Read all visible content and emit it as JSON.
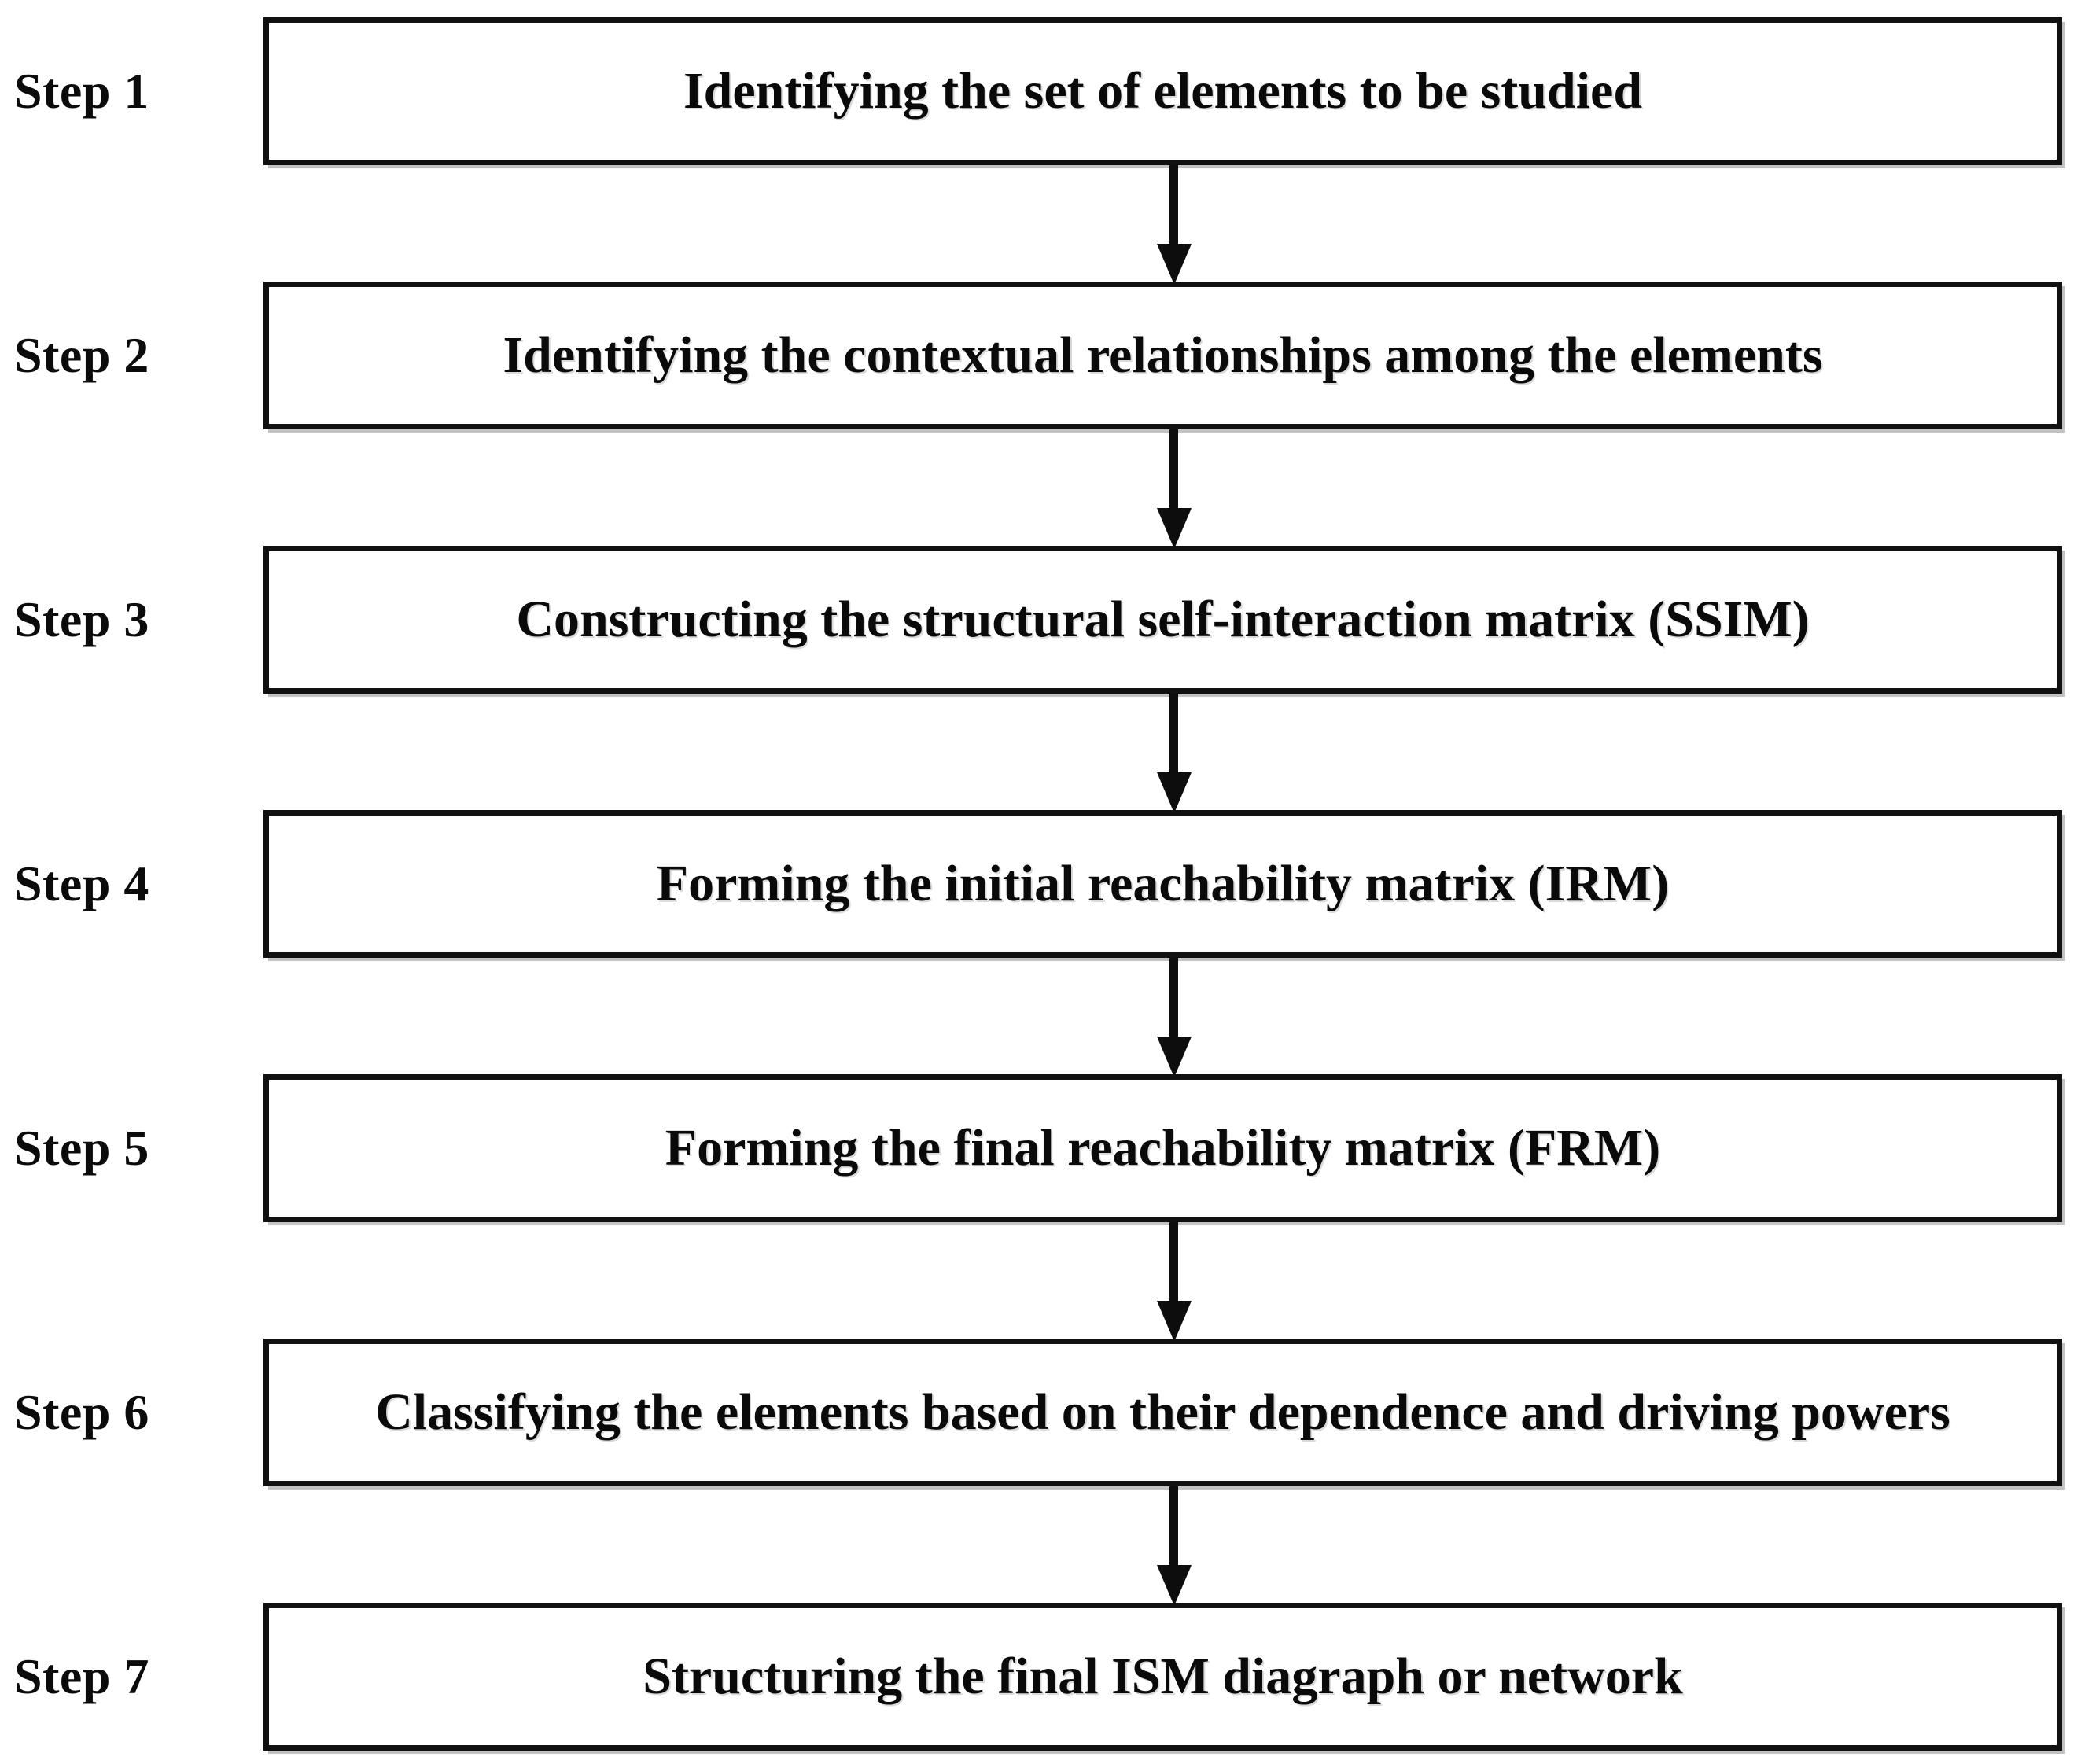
{
  "diagram": {
    "title": "ISM methodology steps flowchart",
    "type": "vertical-flowchart",
    "orientation": "top-to-bottom",
    "connector_glyph": "down-arrow",
    "colors": {
      "box_border": "#111111",
      "box_fill": "#ffffff",
      "text": "#0a0a0a",
      "arrow": "#0d0d0d",
      "background": "#ffffff"
    },
    "steps": [
      {
        "label": "Step 1",
        "text": "Identifying the set of elements to be studied"
      },
      {
        "label": "Step 2",
        "text": "Identifying the contextual relationships among the elements"
      },
      {
        "label": "Step 3",
        "text": "Constructing the structural self-interaction matrix (SSIM)"
      },
      {
        "label": "Step 4",
        "text": "Forming the initial reachability matrix (IRM)"
      },
      {
        "label": "Step 5",
        "text": "Forming the final reachability matrix (FRM)"
      },
      {
        "label": "Step 6",
        "text": "Classifying the elements based on their dependence and driving powers"
      },
      {
        "label": "Step 7",
        "text": "Structuring the final ISM diagraph or network"
      }
    ]
  }
}
